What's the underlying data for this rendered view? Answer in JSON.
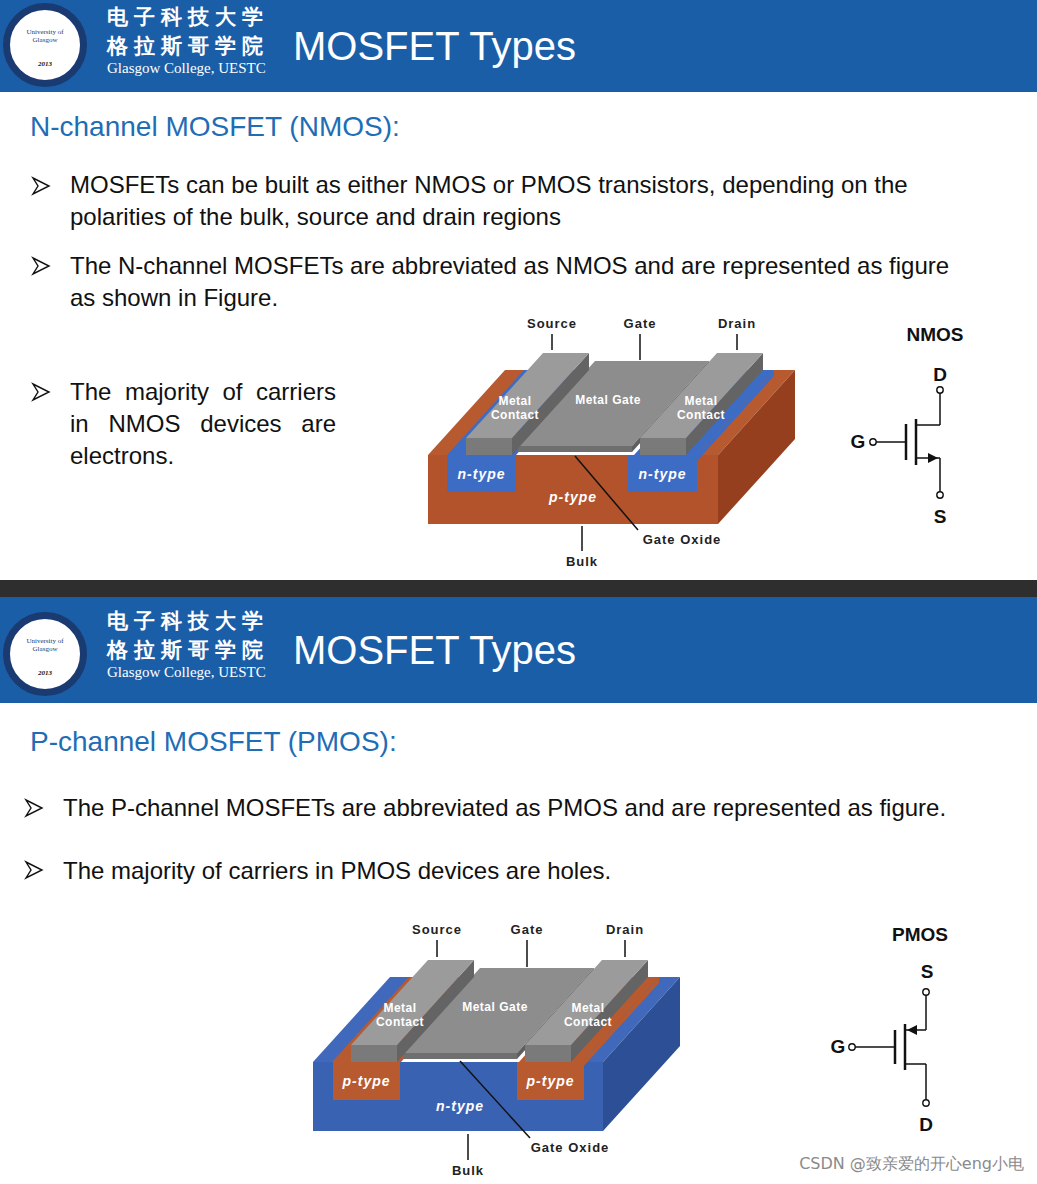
{
  "diagram": {
    "nodes": [
      {
        "text": [
          "电子科技大学 格拉斯哥学院",
          "Glasgow College, UESTC",
          "MOSFET Types"
        ]
      },
      {
        "text": [
          "University of Glasgow",
          "2013"
        ],
        "in": 0
      },
      {
        "text": [
          "p-type"
        ]
      },
      {
        "text": [
          "n-type"
        ],
        "in": 2
      },
      {
        "text": [
          "n-type"
        ],
        "in": 2
      },
      {
        "text": [
          "Metal Contact"
        ]
      },
      {
        "text": [
          "Metal Gate"
        ]
      },
      {
        "text": [
          "Metal Contact"
        ]
      },
      {
        "text": [
          "电子科技大学 格拉斯哥学院",
          "Glasgow College, UESTC",
          "MOSFET Types"
        ]
      },
      {
        "text": [
          "University of Glasgow",
          "2013"
        ],
        "in": 8
      },
      {
        "text": [
          "n-type"
        ]
      },
      {
        "text": [
          "p-type"
        ],
        "in": 10
      },
      {
        "text": [
          "p-type"
        ],
        "in": 10
      },
      {
        "text": [
          "Metal Contact"
        ]
      },
      {
        "text": [
          "Metal Gate"
        ]
      },
      {
        "text": [
          "Metal Contact"
        ]
      }
    ],
    "labels": [
      "N-channel MOSFET (NMOS):",
      "MOSFETs can be built as either NMOS or PMOS transistors, depending on the polarities of the bulk, source and drain regions",
      "The N-channel MOSFETs are abbreviated as NMOS and are represented as figure as shown in Figure.",
      "The majority of carriers in NMOS devices are electrons.",
      "Source",
      "Gate",
      "Drain",
      "Gate Oxide",
      "Bulk",
      "NMOS",
      "D",
      "G",
      "S",
      "P-channel MOSFET (PMOS):",
      "The P-channel MOSFETs are abbreviated as PMOS and are represented as figure.",
      "The majority of carriers in PMOS devices are holes.",
      "Source",
      "Gate",
      "Drain",
      "Gate Oxide",
      "Bulk",
      "PMOS",
      "S",
      "G",
      "D",
      "CSDN @致亲爱的开心eng小电"
    ]
  }
}
